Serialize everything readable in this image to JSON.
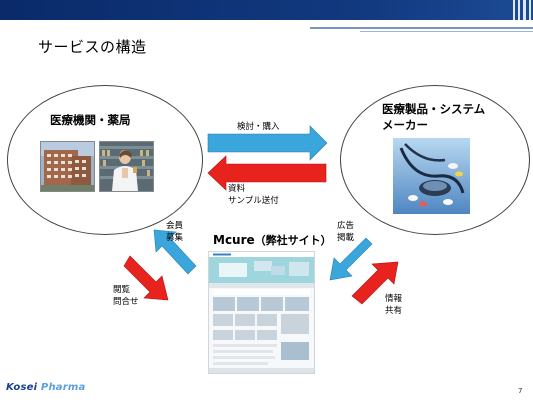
{
  "slide": {
    "title": "サービスの構造",
    "page_number": "7"
  },
  "nodes": {
    "left": {
      "label": "医療機関・薬局"
    },
    "right": {
      "label_line1": "医療製品・システム",
      "label_line2": "メーカー"
    },
    "center": {
      "label_strong": "Mcure",
      "label_rest": "（弊社サイト）"
    }
  },
  "arrows": {
    "top_right": {
      "label": "検討・購入",
      "color": "#3aa6dc"
    },
    "top_left": {
      "line1": "資料",
      "line2": "サンプル送付",
      "color": "#e8231e"
    },
    "left_up": {
      "line1": "会員",
      "line2": "募集"
    },
    "left_down": {
      "line1": "閲覧",
      "line2": "問合せ"
    },
    "right_in": {
      "line1": "広告",
      "line2": "掲載"
    },
    "right_out": {
      "line1": "情報",
      "line2": "共有"
    }
  },
  "logo": {
    "part1": "Kosei",
    "part2": " Pharma"
  },
  "colors": {
    "blue_arrow": "#3aa6dc",
    "red_arrow": "#e8231e",
    "header": "#123a80"
  }
}
